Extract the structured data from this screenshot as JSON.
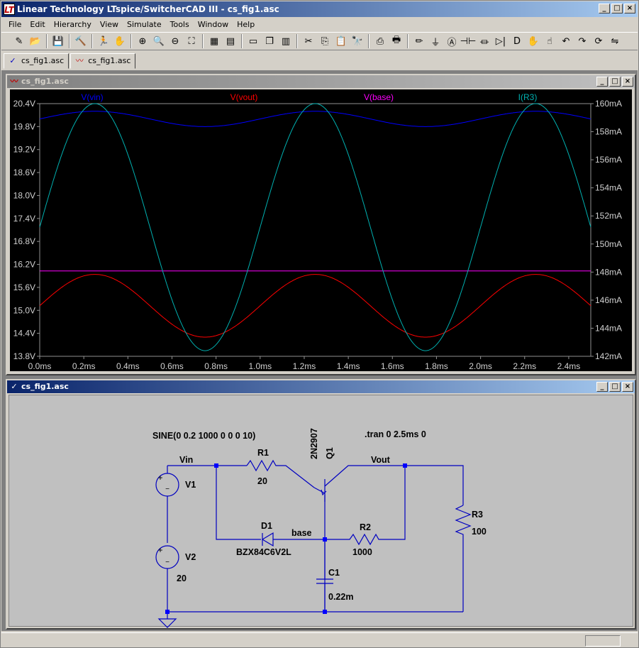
{
  "app": {
    "title": "Linear Technology LTspice/SwitcherCAD III - cs_fig1.asc",
    "logo": "LT"
  },
  "window_buttons": {
    "minimize": "_",
    "maximize": "□",
    "close": "×"
  },
  "menu": [
    "File",
    "Edit",
    "Hierarchy",
    "View",
    "Simulate",
    "Tools",
    "Window",
    "Help"
  ],
  "toolbar_icons": [
    "new-schematic-icon",
    "open-icon",
    "sep",
    "save-icon",
    "sep",
    "control-panel-icon",
    "sep",
    "run-icon",
    "halt-icon",
    "sep",
    "zoom-in-icon",
    "zoom-pan-icon",
    "zoom-out-icon",
    "zoom-fit-icon",
    "sep",
    "autorange-icon",
    "waveform-icon",
    "sep",
    "tile-horizontal-icon",
    "cascade-icon",
    "tile-vertical-icon",
    "sep",
    "cut-icon",
    "copy-icon",
    "paste-icon",
    "find-icon",
    "sep",
    "print-setup-icon",
    "print-icon",
    "sep",
    "wire-icon",
    "ground-icon",
    "label-icon",
    "capacitor-icon",
    "resistor-icon",
    "diode-icon",
    "component-icon",
    "move-icon",
    "drag-icon",
    "undo-icon",
    "redo-icon",
    "rotate-icon",
    "mirror-icon"
  ],
  "toolbar_glyphs": {
    "new-schematic-icon": "✎",
    "open-icon": "📂",
    "save-icon": "💾",
    "control-panel-icon": "🔨",
    "run-icon": "🏃",
    "halt-icon": "✋",
    "zoom-in-icon": "⊕",
    "zoom-pan-icon": "🔍",
    "zoom-out-icon": "⊖",
    "zoom-fit-icon": "⛶",
    "autorange-icon": "▦",
    "waveform-icon": "▤",
    "tile-horizontal-icon": "▭",
    "cascade-icon": "❐",
    "tile-vertical-icon": "▥",
    "cut-icon": "✂",
    "copy-icon": "⎘",
    "paste-icon": "📋",
    "find-icon": "🔭",
    "print-setup-icon": "⎙",
    "print-icon": "🖶",
    "wire-icon": "✏",
    "ground-icon": "⏚",
    "label-icon": "Ⓐ",
    "capacitor-icon": "⊣⊢",
    "resistor-icon": "⏛",
    "diode-icon": "▷|",
    "component-icon": "D",
    "move-icon": "✋",
    "drag-icon": "☝",
    "undo-icon": "↶",
    "redo-icon": "↷",
    "rotate-icon": "⟳",
    "mirror-icon": "⇋"
  },
  "tabs": [
    {
      "label": "cs_fig1.asc",
      "icon": "schematic-icon",
      "glyph": "✓"
    },
    {
      "label": "cs_fig1.asc",
      "icon": "waveform-icon",
      "glyph": "〰"
    }
  ],
  "plot_window": {
    "title": "cs_fig1.asc",
    "colors": {
      "vin": "#0000ff",
      "vout": "#ff0000",
      "base": "#ff00ff",
      "ir3": "#00b0b0",
      "axis": "#909090",
      "bg": "#000000"
    }
  },
  "schematic_window": {
    "title": "cs_fig1.asc"
  },
  "chart_data": {
    "type": "line",
    "x_ticks": [
      "0.0ms",
      "0.2ms",
      "0.4ms",
      "0.6ms",
      "0.8ms",
      "1.0ms",
      "1.2ms",
      "1.4ms",
      "1.6ms",
      "1.8ms",
      "2.0ms",
      "2.2ms",
      "2.4ms"
    ],
    "left_ticks": [
      "20.4V",
      "19.8V",
      "19.2V",
      "18.6V",
      "18.0V",
      "17.4V",
      "16.8V",
      "16.2V",
      "15.6V",
      "15.0V",
      "14.4V",
      "13.8V"
    ],
    "right_ticks": [
      "160mA",
      "158mA",
      "156mA",
      "154mA",
      "152mA",
      "150mA",
      "148mA",
      "146mA",
      "144mA",
      "142mA"
    ],
    "xlim": [
      0,
      2.5
    ],
    "ylim_left": [
      13.8,
      20.4
    ],
    "ylim_right": [
      142,
      160
    ],
    "legend": [
      "V(vin)",
      "V(vout)",
      "V(base)",
      "I(R3)"
    ],
    "series": [
      {
        "name": "V(vin)",
        "axis": "left",
        "offset": 20.0,
        "amplitude": 0.2,
        "freq_khz": 1,
        "phase": 0
      },
      {
        "name": "V(vout)",
        "axis": "left",
        "offset": 15.12,
        "amplitude": 0.82,
        "freq_khz": 1,
        "phase": 0
      },
      {
        "name": "V(base)",
        "axis": "left",
        "offset": 16.03,
        "amplitude": 0,
        "freq_khz": 1,
        "phase": 0
      },
      {
        "name": "I(R3)",
        "axis": "right",
        "offset": 151.2,
        "amplitude": 8.8,
        "freq_khz": 1,
        "phase": 0
      }
    ]
  },
  "schematic": {
    "directive_sine": "SINE(0 0.2 1000 0 0 0 10)",
    "directive_tran": ".tran 0 2.5ms 0",
    "q1_model": "2N2907",
    "q1_name": "Q1",
    "r1_name": "R1",
    "r1_value": "20",
    "r2_name": "R2",
    "r2_value": "1000",
    "r3_name": "R3",
    "r3_value": "100",
    "c1_name": "C1",
    "c1_value": "0.22m",
    "d1_name": "D1",
    "d1_model": "BZX84C6V2L",
    "v1_name": "V1",
    "v2_name": "V2",
    "v2_value": "20",
    "net_vin": "Vin",
    "net_vout": "Vout",
    "net_base": "base",
    "wire_color": "#0000c0",
    "text_color": "#000000",
    "junction_color": "#0000ff"
  }
}
